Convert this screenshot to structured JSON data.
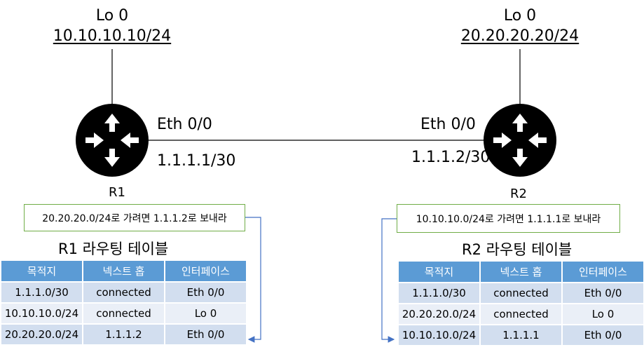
{
  "r1": {
    "name": "R1",
    "loopback": {
      "label": "Lo 0",
      "ip": "10.10.10.10/24"
    },
    "interface": {
      "label": "Eth 0/0",
      "ip": "1.1.1.1/30"
    },
    "note": "20.20.20.0/24로 가려면 1.1.1.2로 보내라",
    "table_title": "R1 라우팅 테이블",
    "headers": [
      "목적지",
      "넥스트 홉",
      "인터페이스"
    ],
    "rows": [
      [
        "1.1.1.0/30",
        "connected",
        "Eth 0/0"
      ],
      [
        "10.10.10.0/24",
        "connected",
        "Lo 0"
      ],
      [
        "20.20.20.0/24",
        "1.1.1.2",
        "Eth 0/0"
      ]
    ]
  },
  "r2": {
    "name": "R2",
    "loopback": {
      "label": "Lo 0",
      "ip": "20.20.20.20/24"
    },
    "interface": {
      "label": "Eth 0/0",
      "ip": "1.1.1.2/30"
    },
    "note": "10.10.10.0/24로 가려면 1.1.1.1로 보내라",
    "table_title": "R2 라우팅 테이블",
    "headers": [
      "목적지",
      "넥스트 홉",
      "인터페이스"
    ],
    "rows": [
      [
        "1.1.1.0/30",
        "connected",
        "Eth 0/0"
      ],
      [
        "20.20.20.0/24",
        "connected",
        "Lo 0"
      ],
      [
        "10.10.10.0/24",
        "1.1.1.1",
        "Eth 0/0"
      ]
    ]
  },
  "colors": {
    "header_fill": "#5b9bd5",
    "row_odd": "#d2deef",
    "row_even": "#eaeff7",
    "note_border": "#70ad47",
    "arrow": "#4472c4",
    "router": "#000000"
  },
  "icons": {
    "router": "router-icon"
  }
}
